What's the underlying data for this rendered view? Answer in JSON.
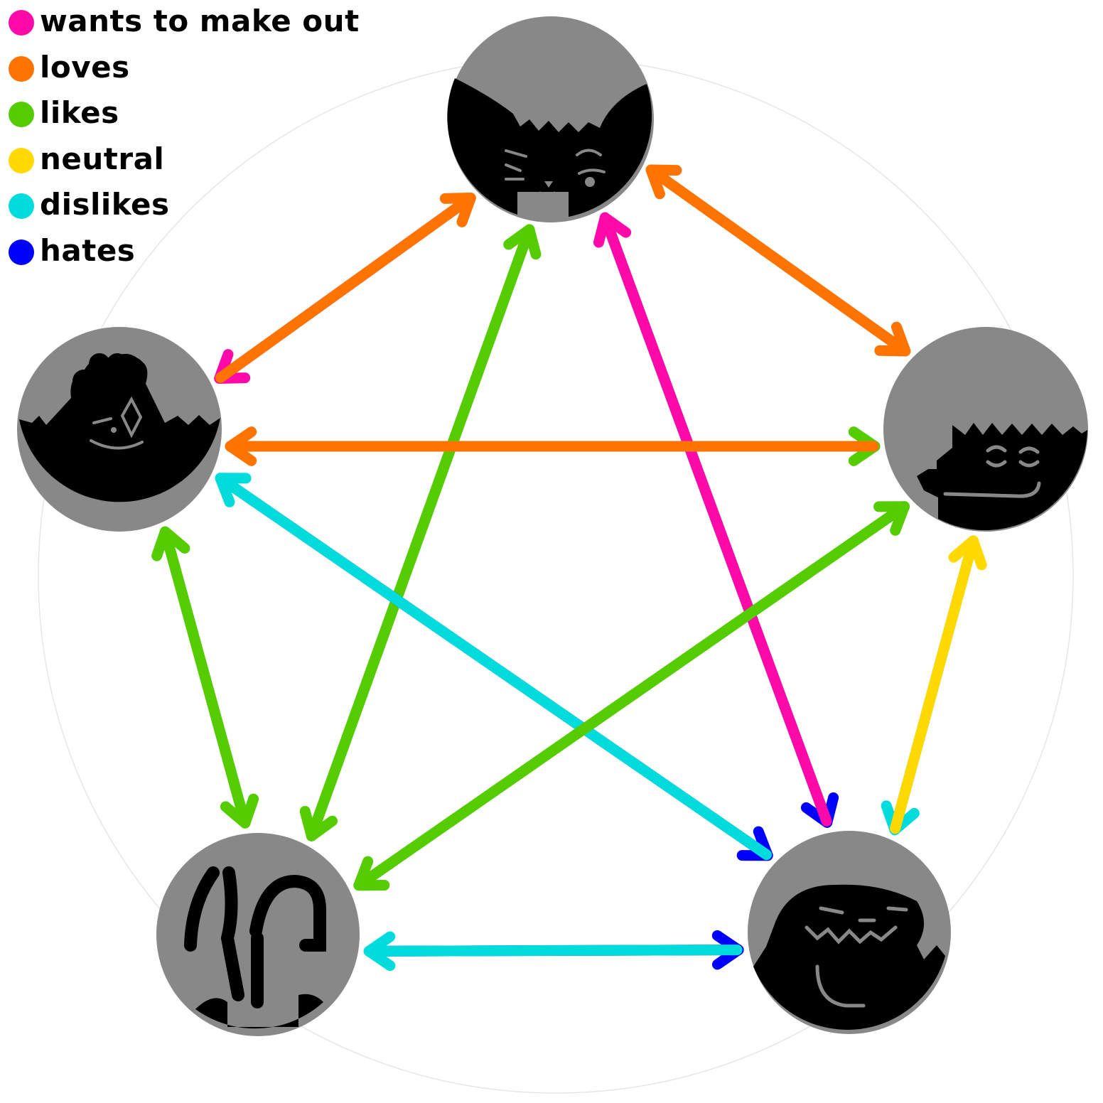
{
  "legend": {
    "items": [
      {
        "label": "wants to make out",
        "color": "#ff0aa8"
      },
      {
        "label": "loves",
        "color": "#ff7300"
      },
      {
        "label": "likes",
        "color": "#55cc00"
      },
      {
        "label": "neutral",
        "color": "#ffd900"
      },
      {
        "label": "dislikes",
        "color": "#00dcdc"
      },
      {
        "label": "hates",
        "color": "#0000ff"
      }
    ]
  },
  "characters": [
    {
      "id": "top",
      "icon": "cat-eared-face-icon"
    },
    {
      "id": "left",
      "icon": "curly-hair-face-icon"
    },
    {
      "id": "right",
      "icon": "spiky-hair-grinning-face-icon"
    },
    {
      "id": "bottom-left",
      "icon": "antenna-hair-face-icon"
    },
    {
      "id": "bottom-right",
      "icon": "toothy-grin-monster-icon"
    }
  ],
  "relationships": [
    {
      "from": "top",
      "to": "left",
      "relation": "wants to make out"
    },
    {
      "from": "left",
      "to": "top",
      "relation": "loves"
    },
    {
      "from": "top",
      "to": "right",
      "relation": "loves"
    },
    {
      "from": "right",
      "to": "top",
      "relation": "loves"
    },
    {
      "from": "top",
      "to": "bottom-left",
      "relation": "likes"
    },
    {
      "from": "bottom-left",
      "to": "top",
      "relation": "likes"
    },
    {
      "from": "top",
      "to": "bottom-right",
      "relation": "hates"
    },
    {
      "from": "bottom-right",
      "to": "top",
      "relation": "wants to make out"
    },
    {
      "from": "left",
      "to": "right",
      "relation": "likes"
    },
    {
      "from": "right",
      "to": "left",
      "relation": "loves"
    },
    {
      "from": "left",
      "to": "bottom-left",
      "relation": "likes"
    },
    {
      "from": "bottom-left",
      "to": "left",
      "relation": "likes"
    },
    {
      "from": "left",
      "to": "bottom-right",
      "relation": "hates"
    },
    {
      "from": "bottom-right",
      "to": "left",
      "relation": "dislikes"
    },
    {
      "from": "bottom-left",
      "to": "right",
      "relation": "likes"
    },
    {
      "from": "right",
      "to": "bottom-left",
      "relation": "likes"
    },
    {
      "from": "right",
      "to": "bottom-right",
      "relation": "dislikes"
    },
    {
      "from": "bottom-right",
      "to": "right",
      "relation": "neutral"
    },
    {
      "from": "bottom-left",
      "to": "bottom-right",
      "relation": "hates"
    },
    {
      "from": "bottom-right",
      "to": "bottom-left",
      "relation": "dislikes"
    }
  ]
}
